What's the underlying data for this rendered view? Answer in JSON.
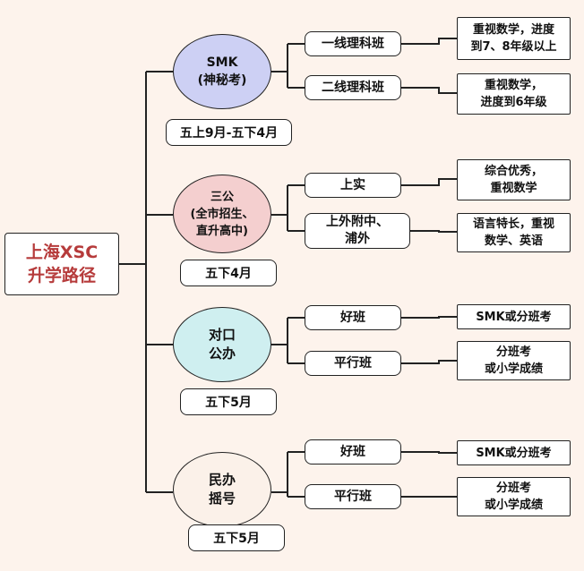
{
  "colors": {
    "background": "#fdf3ec",
    "root_text": "#b63b3b",
    "smk_fill": "#cdd0f4",
    "sangong_fill": "#f4cfcf",
    "duikou_fill": "#cfeff0",
    "minban_fill": "#fbf1e9"
  },
  "root": {
    "line1": "上海XSC",
    "line2": "升学路径"
  },
  "branches": [
    {
      "name_lines": [
        "SMK",
        "(神秘考)"
      ],
      "date": "五上9月-五下4月",
      "classes": [
        {
          "label_lines": [
            "一线理科班"
          ],
          "note_lines": [
            "重视数学，进度",
            "到7、8年级以上"
          ]
        },
        {
          "label_lines": [
            "二线理科班"
          ],
          "note_lines": [
            "重视数学，",
            "进度到6年级"
          ]
        }
      ]
    },
    {
      "name_lines": [
        "三公",
        "(全市招生、",
        "直升高中)"
      ],
      "date": "五下4月",
      "classes": [
        {
          "label_lines": [
            "上实"
          ],
          "note_lines": [
            "综合优秀，",
            "重视数学"
          ]
        },
        {
          "label_lines": [
            "上外附中、",
            "浦外"
          ],
          "note_lines": [
            "语言特长，重视",
            "数学、英语"
          ]
        }
      ]
    },
    {
      "name_lines": [
        "对口",
        "公办"
      ],
      "date": "五下5月",
      "classes": [
        {
          "label_lines": [
            "好班"
          ],
          "note_lines": [
            "SMK或分班考"
          ]
        },
        {
          "label_lines": [
            "平行班"
          ],
          "note_lines": [
            "分班考",
            "或小学成绩"
          ]
        }
      ]
    },
    {
      "name_lines": [
        "民办",
        "摇号"
      ],
      "date": "五下5月",
      "classes": [
        {
          "label_lines": [
            "好班"
          ],
          "note_lines": [
            "SMK或分班考"
          ]
        },
        {
          "label_lines": [
            "平行班"
          ],
          "note_lines": [
            "分班考",
            "或小学成绩"
          ]
        }
      ]
    }
  ]
}
